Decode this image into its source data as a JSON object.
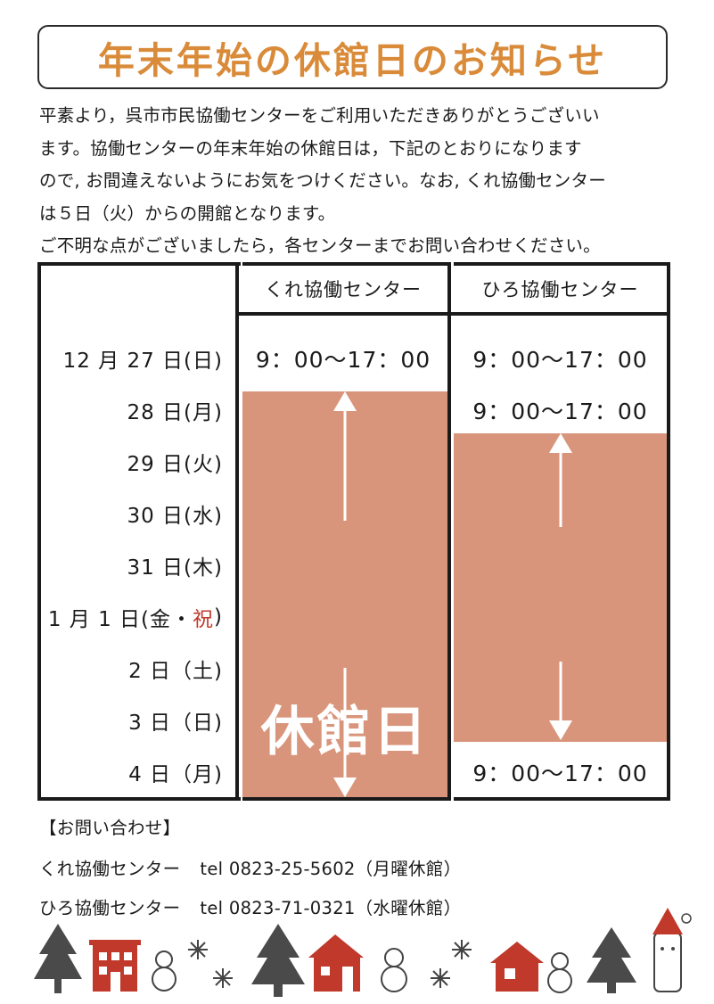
{
  "title": "年末年始の休館日のお知らせ",
  "intro_lines": [
    "平素より，呉市市民協働センターをご利用いただきありがとうございい",
    "ます。協働センターの年末年始の休館日は，下記のとおりになります",
    "ので, お間違えないようにお気をつけください。なお, くれ協働センター",
    "は５日（火）からの開館となります。",
    "ご不明な点がございましたら，各センターまでお問い合わせください。"
  ],
  "table": {
    "col_kure": "くれ協働センター",
    "col_hiro": "ひろ協働センター",
    "dates": [
      "12 月 27 日(日)",
      "28 日(月)",
      "29 日(火)",
      "30 日(水)",
      "31 日(木)",
      "1 月 1 日(金・",
      "2 日（土)",
      "3 日（日)",
      "4 日（月)"
    ],
    "holiday_mark": "祝",
    "holiday_close": ")",
    "hours": "9：00〜17：00",
    "closed_label": "休館日"
  },
  "contact": {
    "heading": "【お問い合わせ】",
    "kure_name": "くれ協働センター",
    "kure_tel": "tel 0823-25-5602（月曜休館）",
    "hiro_name": "ひろ協働センター",
    "hiro_tel": "tel 0823-71-0321（水曜休館）"
  },
  "colors": {
    "title": "#d98b3a",
    "closed": "#d9957b",
    "holiday": "#c0392b"
  }
}
